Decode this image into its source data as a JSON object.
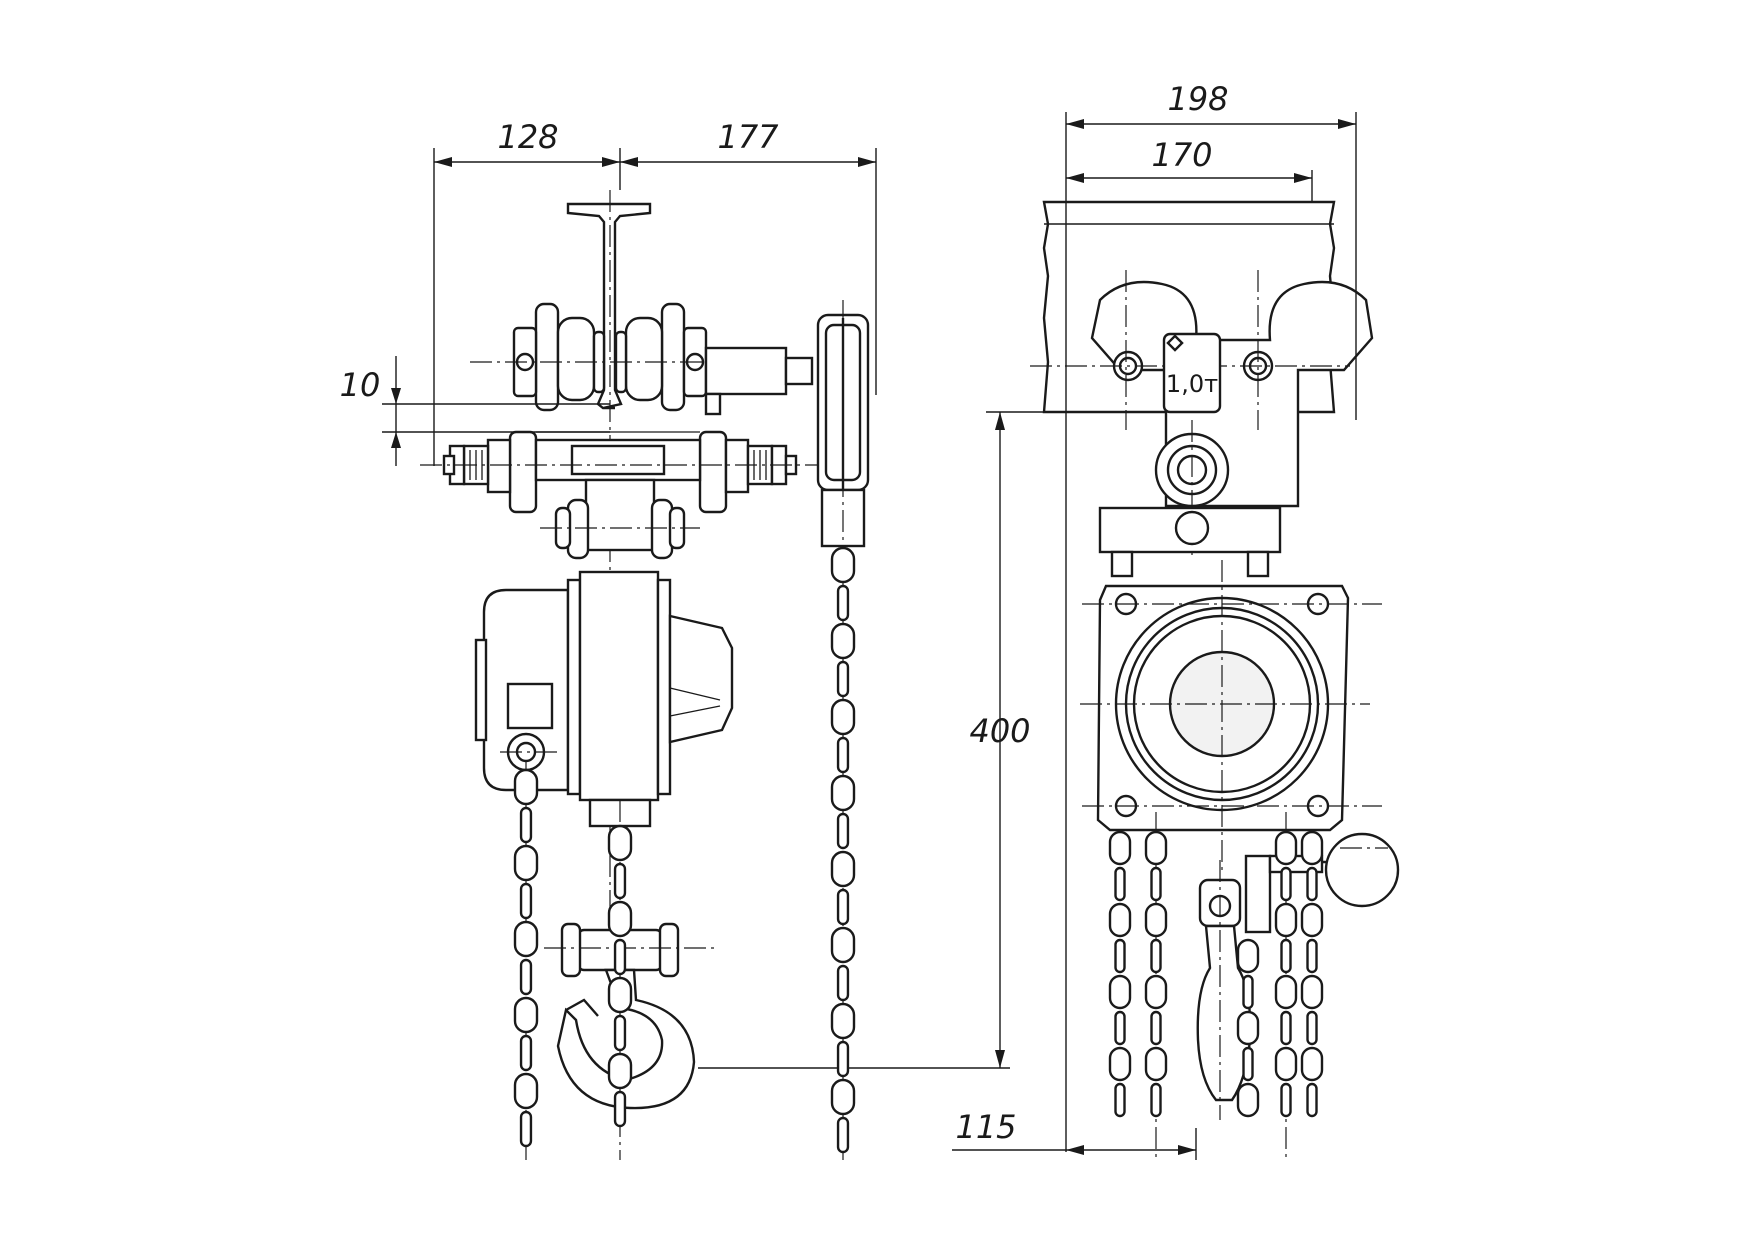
{
  "dimensions": {
    "d128": "128",
    "d177": "177",
    "d10": "10",
    "d198": "198",
    "d170": "170",
    "d400": "400",
    "d115": "115"
  },
  "capacity_label": "1,0т",
  "colors": {
    "line": "#1a1a1a",
    "background": "#ffffff"
  }
}
